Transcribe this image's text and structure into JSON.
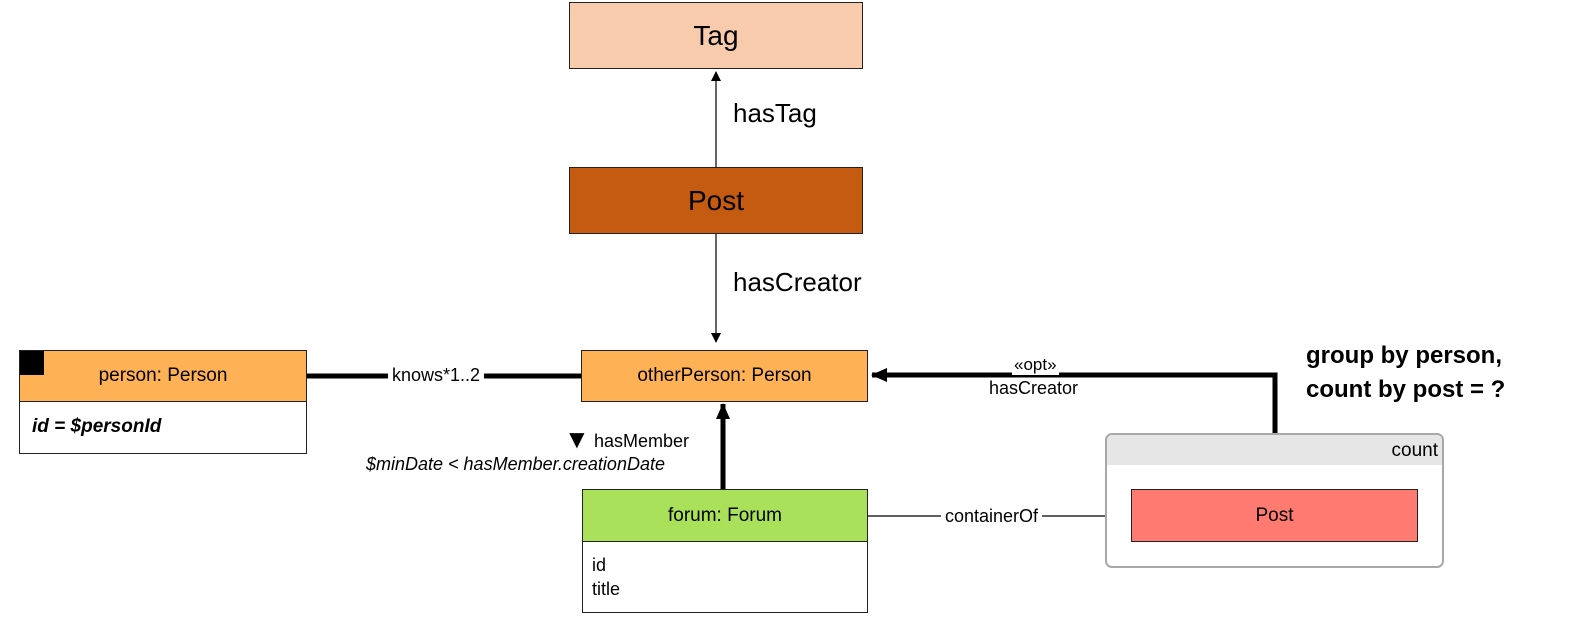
{
  "nodes": {
    "tag": {
      "label": "Tag",
      "color": "#f8cbad"
    },
    "post_top": {
      "label": "Post",
      "color": "#c55a11"
    },
    "person": {
      "label": "person: Person",
      "color": "#ffb155",
      "attribute": "id = $personId"
    },
    "other_person": {
      "label": "otherPerson: Person",
      "color": "#ffb155"
    },
    "forum": {
      "label": "forum: Forum",
      "color": "#a9e15a",
      "attributes": [
        "id",
        "title"
      ]
    },
    "count_group": {
      "label": "count"
    },
    "post_inner": {
      "label": "Post",
      "color": "#ff7a70"
    }
  },
  "edges": {
    "has_tag": "hasTag",
    "has_creator_top": "hasCreator",
    "knows": "knows*1..2",
    "opt_stereotype": "«opt»",
    "has_creator_opt": "hasCreator",
    "has_member_marker": "▼",
    "has_member": "hasMember",
    "has_member_condition": "$minDate < hasMember.creationDate",
    "container_of": "containerOf"
  },
  "annotation": {
    "line1": "group by person,",
    "line2": "count by post = ?"
  }
}
